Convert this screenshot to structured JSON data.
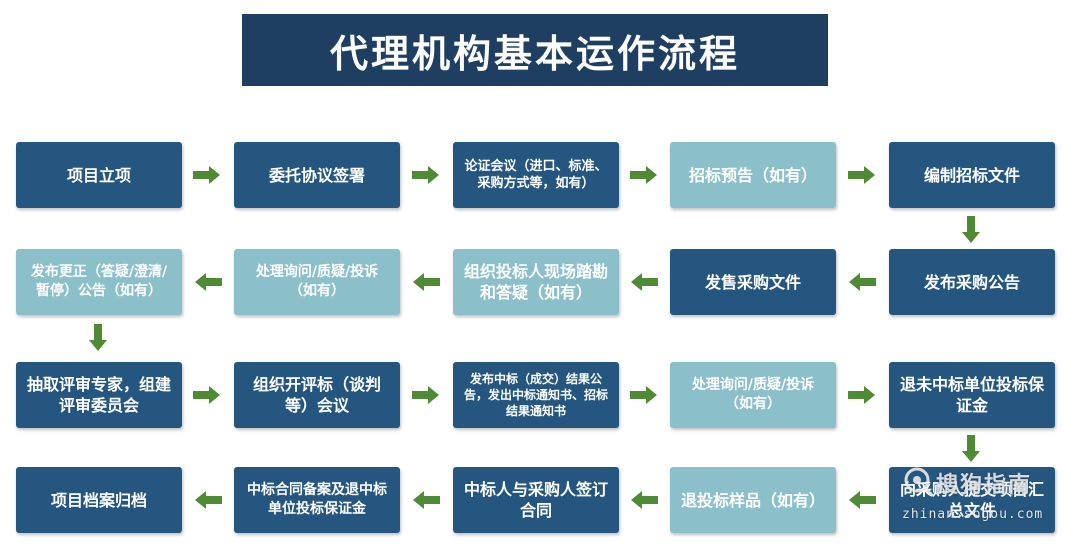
{
  "title": "代理机构基本运作流程",
  "colors": {
    "title_bg": "#1f3f62",
    "dark_box": "#25567f",
    "light_box": "#8bbfc9",
    "arrow": "#4f8a35"
  },
  "steps": [
    "项目立项",
    "委托协议签署",
    "论证会议（进口、标准、采购方式等，如有）",
    "招标预告（如有）",
    "编制招标文件",
    "发布采购公告",
    "发售采购文件",
    "组织投标人现场踏勘和答疑（如有）",
    "处理询问/质疑/投诉（如有）",
    "发布更正（答疑/澄清/暂停）公告（如有）",
    "抽取评审专家，组建评审委员会",
    "组织开评标（谈判等）会议",
    "发布中标（成交）结果公告，发出中标通知书、招标结果通知书",
    "处理询问/质疑/投诉（如有）",
    "退未中标单位投标保证金",
    "向采购人提交项目汇总文件",
    "退投标样品（如有）",
    "中标人与采购人签订合同",
    "中标合同备案及退中标单位投标保证金",
    "项目档案归档"
  ],
  "watermark": {
    "text": "搜狗指南",
    "url": "zhinan.sogou.com",
    "icon": "search-icon"
  }
}
